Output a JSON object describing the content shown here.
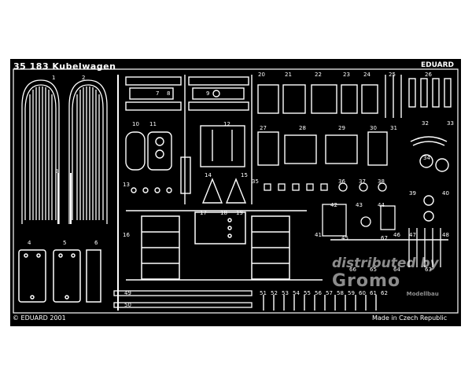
{
  "sheet": {
    "kit_title": "35 183 Kubelwagen",
    "brand": "EDUARD",
    "copyright": "© EDUARD 2001",
    "made_in": "Made in Czech Republic",
    "background_color": "#000000",
    "etch_color": "#ffffff"
  },
  "watermark": {
    "line1": "distributed by",
    "line2": "Gromo",
    "line3": "Modellbau"
  },
  "part_numbers": [
    "1",
    "2",
    "3",
    "4",
    "5",
    "6",
    "7",
    "8",
    "9",
    "10",
    "11",
    "12",
    "13",
    "14",
    "15",
    "16",
    "17",
    "18",
    "19",
    "20",
    "21",
    "22",
    "23",
    "24",
    "25",
    "26",
    "27",
    "28",
    "29",
    "30",
    "31",
    "32",
    "33",
    "34",
    "35",
    "36",
    "37",
    "38",
    "39",
    "40",
    "41",
    "42",
    "43",
    "44",
    "45",
    "46",
    "47",
    "48",
    "49",
    "50",
    "51",
    "52",
    "53",
    "54",
    "55",
    "56",
    "57",
    "58",
    "59",
    "60",
    "61",
    "62",
    "63",
    "64",
    "65",
    "66",
    "67"
  ]
}
